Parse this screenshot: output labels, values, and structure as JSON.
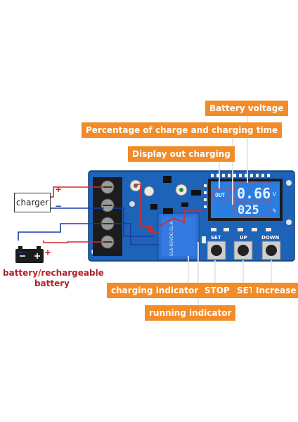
{
  "labels": {
    "battery_voltage": "Battery voltage",
    "percentage": "Percentage of charge and charging time",
    "display_out": "Display out charging",
    "charging_indicator": "charging indicator",
    "running_indicator": "running indicator",
    "stop": "STOP",
    "set": "SET",
    "increase": "Increase"
  },
  "wiring": {
    "charger": "charger",
    "battery": "battery/rechargeable battery",
    "plus": "+",
    "minus": "−"
  },
  "board": {
    "lcd_out": "OUT",
    "lcd_voltage": "0.66",
    "lcd_voltage_unit": "V",
    "lcd_percent": "025",
    "lcd_percent_unit": "%",
    "btn_set": "SET",
    "btn_up": "UP",
    "btn_down": "DOWN",
    "relay_text": "SLA-05VDC-SL-A"
  },
  "colors": {
    "tag_orange": "#f28c28",
    "board_blue": "#1d63b8",
    "wire_red": "#d62a2a",
    "wire_blue": "#1a3aa8",
    "lcd_blue": "#2b7de0"
  }
}
